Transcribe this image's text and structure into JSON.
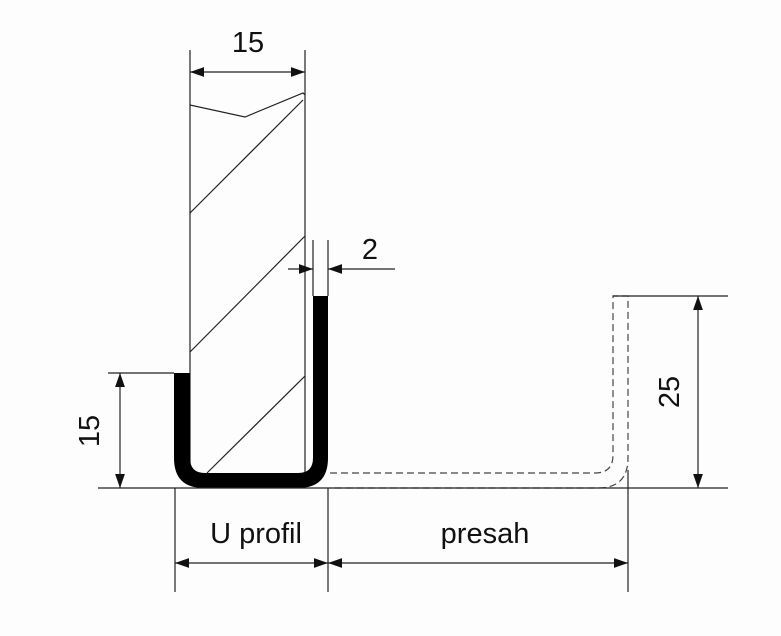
{
  "labels": {
    "board_width": "15",
    "profile_height": "15",
    "wall_thickness": "2",
    "overhang_height": "25",
    "u_profile": "U profil",
    "overhang": "presah"
  },
  "colors": {
    "profile": "#000000",
    "line": "#222222"
  }
}
